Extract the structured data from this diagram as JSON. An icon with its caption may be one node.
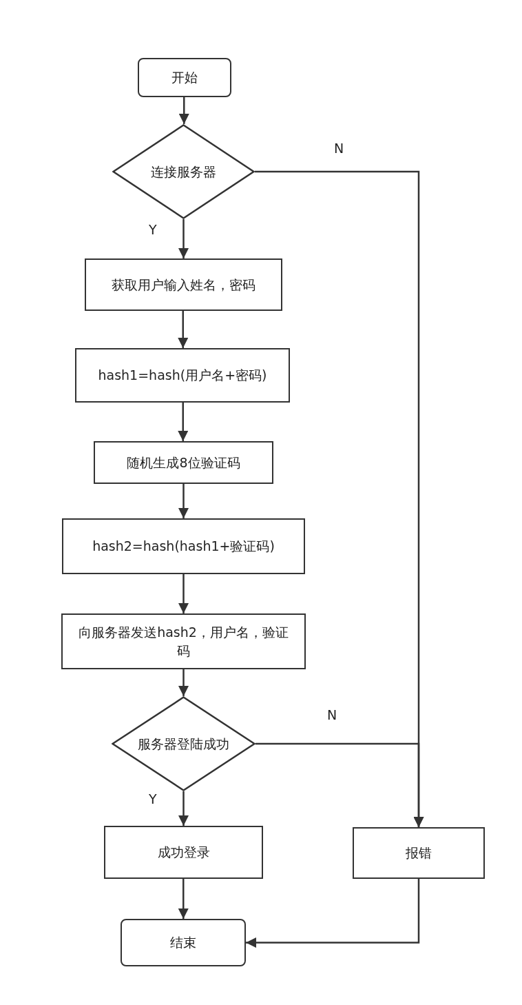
{
  "diagram": {
    "nodes": [
      {
        "text": [
          "开始"
        ]
      },
      {
        "text": [
          "连接服务器"
        ]
      },
      {
        "text": [
          "获取用户输入姓名，密码"
        ]
      },
      {
        "text": [
          "hash1=hash(用户名+密码)"
        ]
      },
      {
        "text": [
          "随机生成8位验证码"
        ]
      },
      {
        "text": [
          "hash2=hash(hash1+验证码)"
        ]
      },
      {
        "text": [
          "向服务器发送hash2，用户名，验证码"
        ]
      },
      {
        "text": [
          "服务器登陆成功"
        ]
      },
      {
        "text": [
          "成功登录"
        ]
      },
      {
        "text": [
          "报错"
        ]
      },
      {
        "text": [
          "结束"
        ]
      }
    ],
    "edges": [
      {
        "from": 0,
        "to": 1,
        "arrow": "to"
      },
      {
        "from": 1,
        "to": 2,
        "arrow": "to",
        "label": "Y"
      },
      {
        "from": 2,
        "to": 3,
        "arrow": "to"
      },
      {
        "from": 3,
        "to": 4,
        "arrow": "to"
      },
      {
        "from": 4,
        "to": 5,
        "arrow": "to"
      },
      {
        "from": 5,
        "to": 6,
        "arrow": "to"
      },
      {
        "from": 6,
        "to": 7,
        "arrow": "to"
      },
      {
        "from": 7,
        "to": 8,
        "arrow": "to",
        "label": "Y"
      },
      {
        "from": 1,
        "to": 9,
        "arrow": "to",
        "label": "N"
      },
      {
        "from": 7,
        "to": 9,
        "arrow": "to",
        "label": "N"
      },
      {
        "from": 8,
        "to": 10,
        "arrow": "to"
      },
      {
        "from": 9,
        "to": 10,
        "arrow": "to"
      }
    ]
  }
}
